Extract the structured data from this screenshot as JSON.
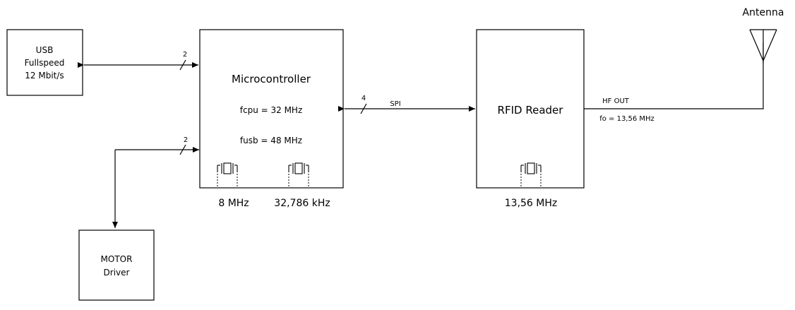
{
  "blocks": {
    "usb": {
      "line1": "USB",
      "line2": "Fullspeed",
      "line3": "12 Mbit/s"
    },
    "mcu": {
      "title": "Microcontroller",
      "fcpu": "fcpu = 32 MHz",
      "fusb": "fusb = 48 MHz"
    },
    "rfid": {
      "title": "RFID Reader"
    },
    "motor": {
      "line1": "MOTOR",
      "line2": "Driver"
    },
    "antenna": {
      "label": "Antenna"
    }
  },
  "buses": {
    "usb_width": "2",
    "motor_width": "2",
    "spi_width": "4",
    "spi_label": "SPI"
  },
  "signals": {
    "hf_out": "HF OUT",
    "fo": "fo = 13,56 MHz"
  },
  "crystals": {
    "mcu_main": "8 MHz",
    "mcu_rtc": "32,786 kHz",
    "rfid": "13,56 MHz"
  }
}
